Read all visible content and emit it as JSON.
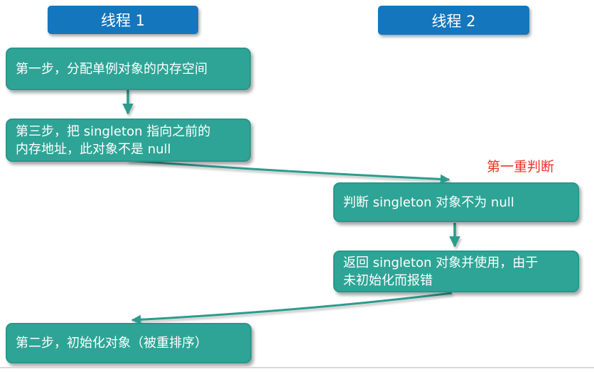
{
  "colors": {
    "background": "#ffffff",
    "header_blue": "#1476bd",
    "box_teal": "#2ea496",
    "box_teal_border": "#28978a",
    "arrow_teal": "#2b9c8e",
    "label_red": "#ee3124",
    "divider_gray": "#d9d9d9"
  },
  "headers": {
    "thread1_label": "线程 1",
    "thread2_label": "线程 2"
  },
  "boxes": {
    "step1": {
      "line1": "第一步，分配单例对象的内存空间"
    },
    "step3": {
      "line1": "第三步，把 singleton 指向之前的",
      "line2": "内存地址，此对象不是 null"
    },
    "check_null": {
      "line1": "判断 singleton 对象不为 null"
    },
    "return_use": {
      "line1": "返回 singleton 对象并使用，由于",
      "line2": "未初始化而报错"
    },
    "step2": {
      "line1": "第二步，初始化对象（被重排序）"
    }
  },
  "annotations": {
    "first_check_label": "第一重判断"
  }
}
